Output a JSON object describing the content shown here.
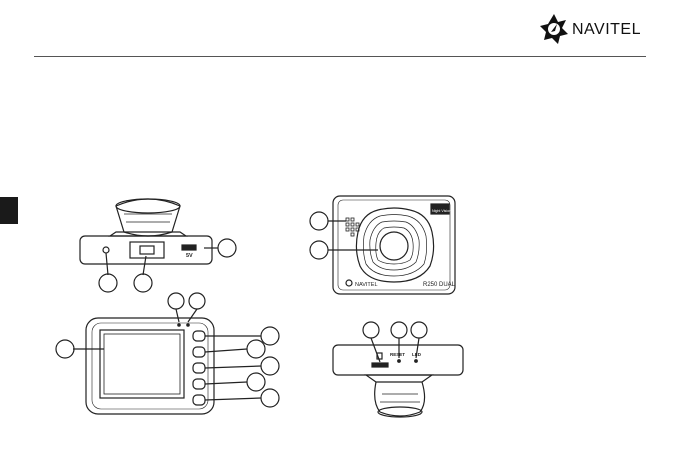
{
  "brand": {
    "name": "NAVITEL"
  },
  "figures": {
    "bottom_view": {
      "port_label": "5V"
    },
    "front_view": {
      "model_label": "R250 DUAL",
      "brand_small": "NAVITEL",
      "lens_badge": "Night Vision"
    },
    "top_view": {
      "reset_label": "RESET",
      "led_label": "LED"
    }
  },
  "icons": [
    "navitel-logo-icon",
    "camera-bottom-view",
    "camera-front-view",
    "camera-back-view",
    "camera-top-view"
  ]
}
